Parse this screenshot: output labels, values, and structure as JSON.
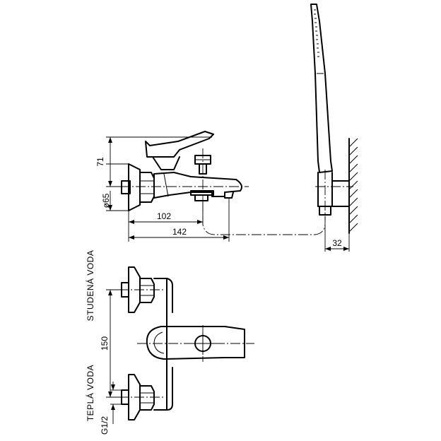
{
  "dimensions": {
    "height_71": "71",
    "diameter_65": "ø65",
    "length_102": "102",
    "length_142": "142",
    "wall_32": "32",
    "spacing_150": "150",
    "thread": "G1/2"
  },
  "labels": {
    "cold_water": "STUDENÁ VODA",
    "hot_water": "TEPLÁ VODA"
  }
}
